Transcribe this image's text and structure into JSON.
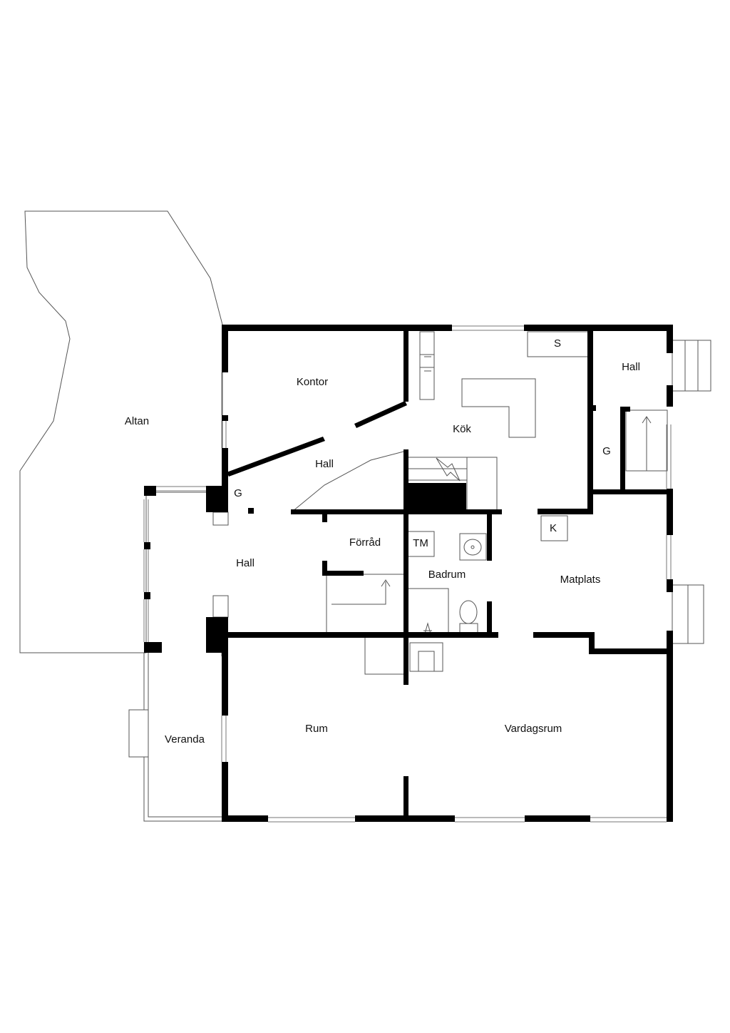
{
  "rooms": {
    "altan": "Altan",
    "kontor": "Kontor",
    "kok": "Kök",
    "hall_kitchen_right": "Hall",
    "hall_center": "Hall",
    "g_upper_right": "G",
    "s_closet": "S",
    "g_center_left": "G",
    "hall_left": "Hall",
    "forrad": "Förråd",
    "tm": "TM",
    "badrum": "Badrum",
    "k_closet": "K",
    "matplats": "Matplats",
    "veranda": "Veranda",
    "rum": "Rum",
    "vardagsrum": "Vardagsrum"
  }
}
